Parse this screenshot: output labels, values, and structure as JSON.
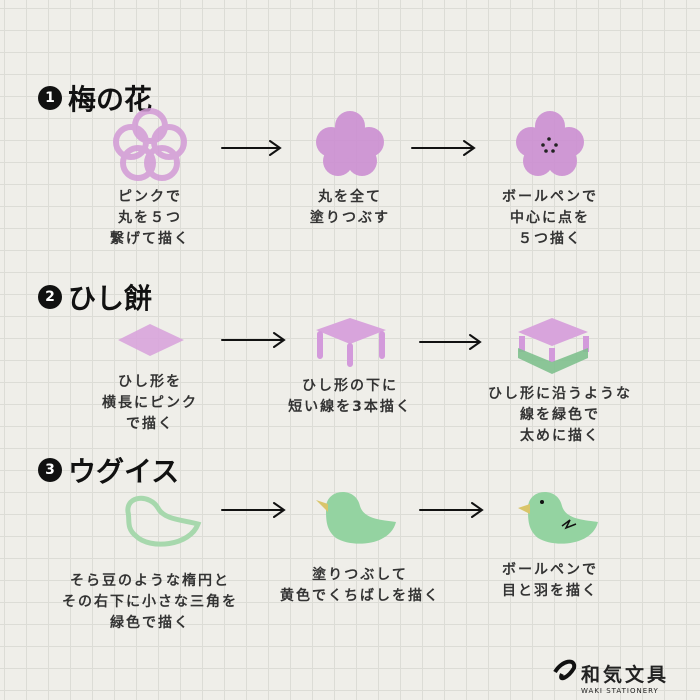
{
  "sections": [
    {
      "number": "1",
      "title": "梅の花",
      "steps": [
        {
          "lines": [
            "ピンクで",
            "丸を５つ",
            "繋げて描く"
          ]
        },
        {
          "lines": [
            "丸を全て",
            "塗りつぶす"
          ]
        },
        {
          "lines": [
            "ボールペンで",
            "中心に点を",
            "５つ描く"
          ]
        }
      ]
    },
    {
      "number": "2",
      "title": "ひし餅",
      "steps": [
        {
          "lines": [
            "ひし形を",
            "横長にピンク",
            "で描く"
          ]
        },
        {
          "lines": [
            "ひし形の下に",
            "短い線を3本描く"
          ]
        },
        {
          "lines": [
            "ひし形に沿うような",
            "線を緑色で",
            "太めに描く"
          ]
        }
      ]
    },
    {
      "number": "3",
      "title": "ウグイス",
      "steps": [
        {
          "lines": [
            "そら豆のような楕円と",
            "その右下に小さな三角を",
            "緑色で描く"
          ]
        },
        {
          "lines": [
            "塗りつぶして",
            "黄色でくちばしを描く"
          ]
        },
        {
          "lines": [
            "ボールペンで",
            "目と羽を描く"
          ]
        }
      ]
    }
  ],
  "brand": {
    "name": "和気文具",
    "subtitle": "WAKI STATIONERY"
  },
  "colors": {
    "pink": "#c98bd0",
    "green": "#8fce9c",
    "yellow": "#d9c56a"
  }
}
